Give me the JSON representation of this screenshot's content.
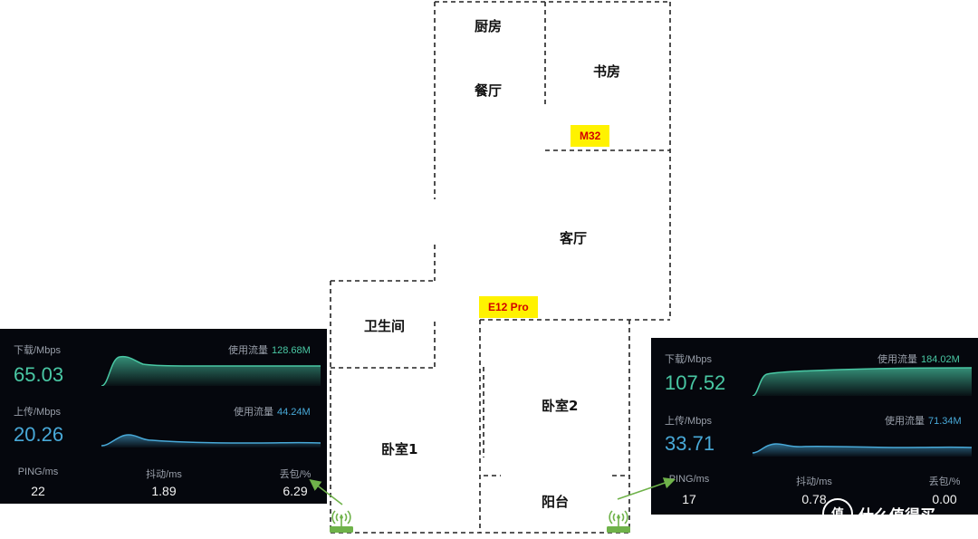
{
  "rooms": {
    "kitchen": "厨房",
    "dining": "餐厅",
    "study": "书房",
    "living": "客厅",
    "bathroom": "卫生间",
    "bedroom1": "卧室1",
    "bedroom2": "卧室2",
    "balcony": "阳台"
  },
  "devices": {
    "m32": "M32",
    "e12": "E12 Pro"
  },
  "panels": {
    "left": {
      "down_label": "下载/Mbps",
      "down_value": "65.03",
      "down_usage_label": "使用流量",
      "down_usage": "128.68M",
      "up_label": "上传/Mbps",
      "up_value": "20.26",
      "up_usage_label": "使用流量",
      "up_usage": "44.24M",
      "ping_label": "PING/ms",
      "ping": "22",
      "jitter_label": "抖动/ms",
      "jitter": "1.89",
      "loss_label": "丢包/%",
      "loss": "6.29"
    },
    "right": {
      "down_label": "下载/Mbps",
      "down_value": "107.52",
      "down_usage_label": "使用流量",
      "down_usage": "184.02M",
      "up_label": "上传/Mbps",
      "up_value": "33.71",
      "up_usage_label": "使用流量",
      "up_usage": "71.34M",
      "ping_label": "PING/ms",
      "ping": "17",
      "jitter_label": "抖动/ms",
      "jitter": "0.78",
      "loss_label": "丢包/%",
      "loss": "0.00"
    }
  },
  "watermark": "什么值得买",
  "watermark_logo": "值",
  "colors": {
    "download": "#49c8a4",
    "upload": "#48a9d8",
    "tag_bg": "#fff200",
    "tag_text": "#d40000",
    "router": "#6fb24a"
  }
}
